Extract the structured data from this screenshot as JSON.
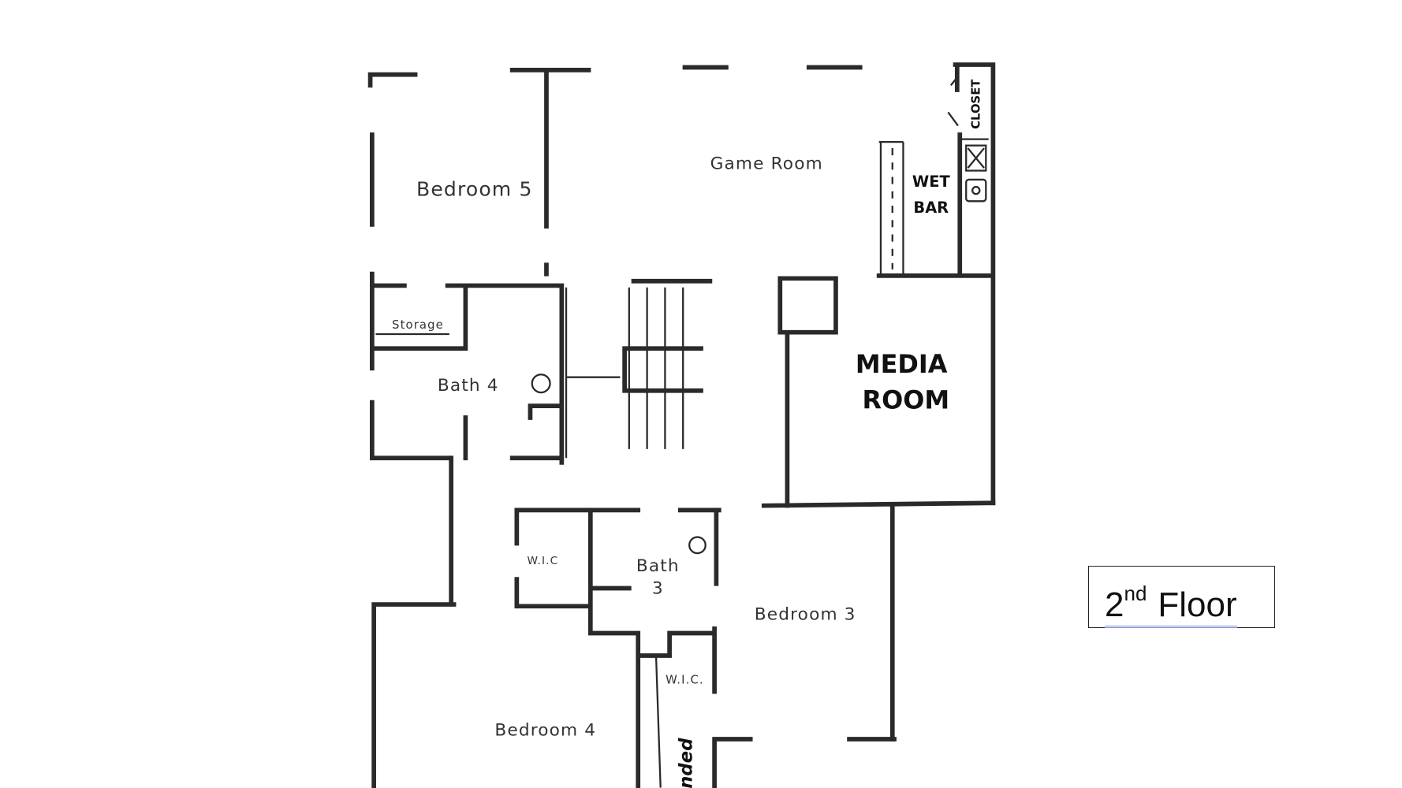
{
  "floorplan": {
    "rooms": {
      "bedroom5": "Bedroom 5",
      "game_room": "Game Room",
      "wet_bar_1": "WET",
      "wet_bar_2": "BAR",
      "closet": "CLOSET",
      "storage": "Storage",
      "bath4": "Bath 4",
      "media_1": "MEDIA",
      "media_2": "ROOM",
      "wic_1": "W.I.C",
      "bath3_1": "Bath",
      "bath3_2": "3",
      "bedroom3": "Bedroom 3",
      "wic_2": "W.I.C.",
      "bedroom4": "Bedroom 4",
      "extended": "nded"
    }
  },
  "floor_label": {
    "number": "2",
    "suffix": "nd",
    "word": "Floor"
  }
}
